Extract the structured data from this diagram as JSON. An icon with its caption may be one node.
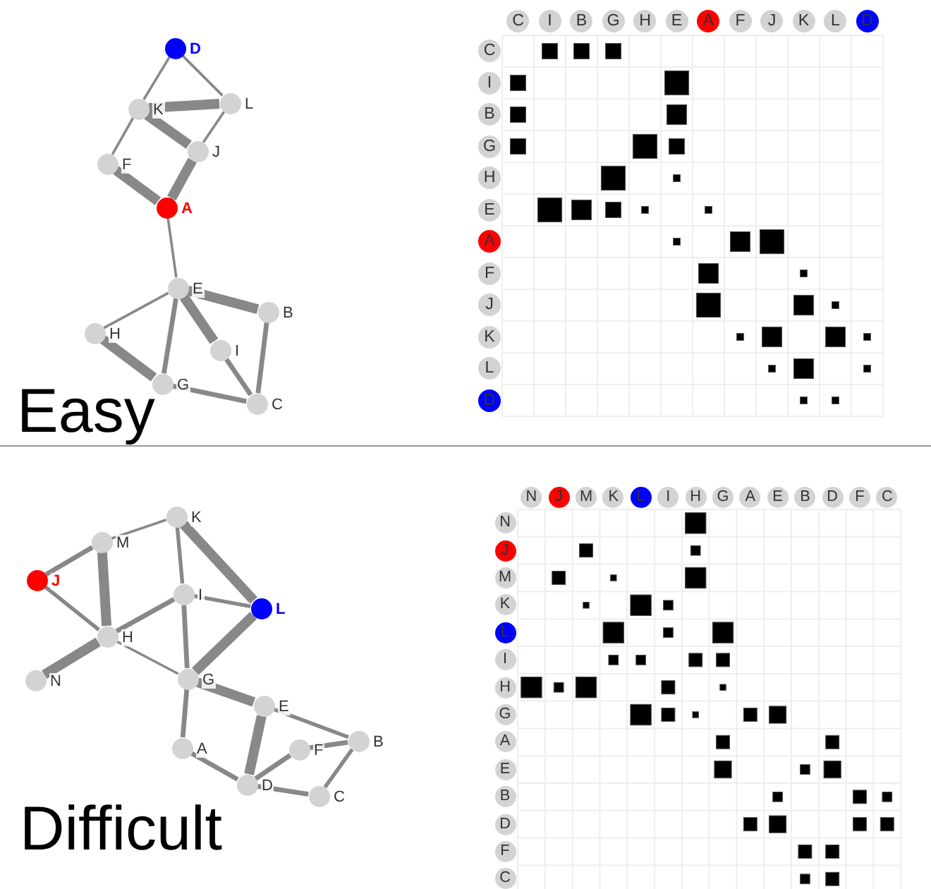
{
  "diagram": {
    "nodes": [
      {
        "text": [
          "D"
        ]
      },
      {
        "text": [
          "K"
        ]
      },
      {
        "text": [
          "L"
        ]
      },
      {
        "text": [
          "J"
        ]
      },
      {
        "text": [
          "F"
        ]
      },
      {
        "text": [
          "A"
        ]
      },
      {
        "text": [
          "E"
        ]
      },
      {
        "text": [
          "B"
        ]
      },
      {
        "text": [
          "H"
        ]
      },
      {
        "text": [
          "I"
        ]
      },
      {
        "text": [
          "G"
        ]
      },
      {
        "text": [
          "C"
        ]
      },
      {
        "text": [
          "C"
        ]
      },
      {
        "text": [
          "I"
        ]
      },
      {
        "text": [
          "B"
        ]
      },
      {
        "text": [
          "G"
        ]
      },
      {
        "text": [
          "H"
        ]
      },
      {
        "text": [
          "E"
        ]
      },
      {
        "text": [
          "A"
        ]
      },
      {
        "text": [
          "F"
        ]
      },
      {
        "text": [
          "J"
        ]
      },
      {
        "text": [
          "K"
        ]
      },
      {
        "text": [
          "L"
        ]
      },
      {
        "text": [
          "D"
        ]
      },
      {
        "text": [
          "C"
        ]
      },
      {
        "text": [
          "I"
        ]
      },
      {
        "text": [
          "B"
        ]
      },
      {
        "text": [
          "G"
        ]
      },
      {
        "text": [
          "H"
        ]
      },
      {
        "text": [
          "E"
        ]
      },
      {
        "text": [
          "A"
        ]
      },
      {
        "text": [
          "F"
        ]
      },
      {
        "text": [
          "J"
        ]
      },
      {
        "text": [
          "K"
        ]
      },
      {
        "text": [
          "L"
        ]
      },
      {
        "text": [
          "D"
        ]
      },
      {
        "text": [
          "K"
        ]
      },
      {
        "text": [
          "M"
        ]
      },
      {
        "text": [
          "J"
        ]
      },
      {
        "text": [
          "I"
        ]
      },
      {
        "text": [
          "L"
        ]
      },
      {
        "text": [
          "H"
        ]
      },
      {
        "text": [
          "N"
        ]
      },
      {
        "text": [
          "G"
        ]
      },
      {
        "text": [
          "E"
        ]
      },
      {
        "text": [
          "B"
        ]
      },
      {
        "text": [
          "F"
        ]
      },
      {
        "text": [
          "A"
        ]
      },
      {
        "text": [
          "D"
        ]
      },
      {
        "text": [
          "C"
        ]
      },
      {
        "text": [
          "N"
        ]
      },
      {
        "text": [
          "J"
        ]
      },
      {
        "text": [
          "M"
        ]
      },
      {
        "text": [
          "K"
        ]
      },
      {
        "text": [
          "L"
        ]
      },
      {
        "text": [
          "I"
        ]
      },
      {
        "text": [
          "H"
        ]
      },
      {
        "text": [
          "G"
        ]
      },
      {
        "text": [
          "A"
        ]
      },
      {
        "text": [
          "E"
        ]
      },
      {
        "text": [
          "B"
        ]
      },
      {
        "text": [
          "D"
        ]
      },
      {
        "text": [
          "F"
        ]
      },
      {
        "text": [
          "C"
        ]
      },
      {
        "text": [
          "N"
        ]
      },
      {
        "text": [
          "J"
        ]
      },
      {
        "text": [
          "M"
        ]
      },
      {
        "text": [
          "K"
        ]
      },
      {
        "text": [
          "L"
        ]
      },
      {
        "text": [
          "I"
        ]
      },
      {
        "text": [
          "H"
        ]
      },
      {
        "text": [
          "G"
        ]
      },
      {
        "text": [
          "A"
        ]
      },
      {
        "text": [
          "E"
        ]
      },
      {
        "text": [
          "B"
        ]
      },
      {
        "text": [
          "D"
        ]
      },
      {
        "text": [
          "F"
        ]
      },
      {
        "text": [
          "C"
        ]
      }
    ],
    "edges": [
      {
        "from": 0,
        "to": 1,
        "arrow": "none"
      },
      {
        "from": 0,
        "to": 2,
        "arrow": "none"
      },
      {
        "from": 1,
        "to": 2,
        "arrow": "none",
        "style": "thick"
      },
      {
        "from": 1,
        "to": 3,
        "arrow": "none",
        "style": "thick"
      },
      {
        "from": 1,
        "to": 4,
        "arrow": "none"
      },
      {
        "from": 2,
        "to": 3,
        "arrow": "none"
      },
      {
        "from": 3,
        "to": 5,
        "arrow": "none",
        "style": "thick"
      },
      {
        "from": 4,
        "to": 5,
        "arrow": "none",
        "style": "thick"
      },
      {
        "from": 5,
        "to": 6,
        "arrow": "none"
      },
      {
        "from": 6,
        "to": 7,
        "arrow": "none",
        "style": "thick"
      },
      {
        "from": 6,
        "to": 8,
        "arrow": "none"
      },
      {
        "from": 6,
        "to": 10,
        "arrow": "none"
      },
      {
        "from": 6,
        "to": 9,
        "arrow": "none",
        "style": "thick"
      },
      {
        "from": 8,
        "to": 10,
        "arrow": "none",
        "style": "thick"
      },
      {
        "from": 9,
        "to": 11,
        "arrow": "none"
      },
      {
        "from": 7,
        "to": 11,
        "arrow": "none"
      },
      {
        "from": 10,
        "to": 11,
        "arrow": "none"
      },
      {
        "from": 36,
        "to": 37,
        "arrow": "none"
      },
      {
        "from": 36,
        "to": 40,
        "arrow": "none",
        "style": "thick"
      },
      {
        "from": 36,
        "to": 39,
        "arrow": "none"
      },
      {
        "from": 37,
        "to": 38,
        "arrow": "none"
      },
      {
        "from": 37,
        "to": 41,
        "arrow": "none",
        "style": "thick"
      },
      {
        "from": 38,
        "to": 41,
        "arrow": "none"
      },
      {
        "from": 39,
        "to": 40,
        "arrow": "none"
      },
      {
        "from": 39,
        "to": 41,
        "arrow": "none"
      },
      {
        "from": 39,
        "to": 43,
        "arrow": "none"
      },
      {
        "from": 40,
        "to": 43,
        "arrow": "none",
        "style": "thick"
      },
      {
        "from": 41,
        "to": 42,
        "arrow": "none",
        "style": "thick"
      },
      {
        "from": 41,
        "to": 43,
        "arrow": "none"
      },
      {
        "from": 43,
        "to": 44,
        "arrow": "none",
        "style": "thick"
      },
      {
        "from": 43,
        "to": 47,
        "arrow": "none"
      },
      {
        "from": 44,
        "to": 48,
        "arrow": "none",
        "style": "thick"
      },
      {
        "from": 44,
        "to": 45,
        "arrow": "none"
      },
      {
        "from": 47,
        "to": 48,
        "arrow": "none"
      },
      {
        "from": 48,
        "to": 46,
        "arrow": "none"
      },
      {
        "from": 48,
        "to": 49,
        "arrow": "none"
      },
      {
        "from": 46,
        "to": 45,
        "arrow": "none"
      },
      {
        "from": 45,
        "to": 49,
        "arrow": "none"
      }
    ],
    "labels": [
      "Easy",
      "Difficult"
    ]
  }
}
